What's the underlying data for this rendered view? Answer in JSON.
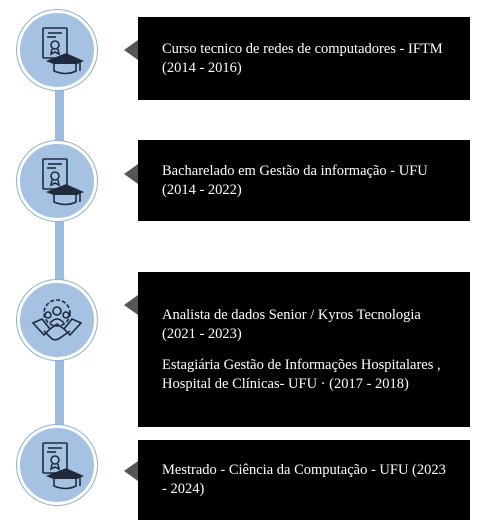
{
  "timeline": [
    {
      "icon": "diploma-graduation-cap-icon",
      "entries": [
        "Curso tecnico de redes de computadores - IFTM (2014 - 2016)"
      ]
    },
    {
      "icon": "diploma-graduation-cap-icon",
      "entries": [
        "Bacharelado em Gestão da informação - UFU (2014 - 2022)"
      ]
    },
    {
      "icon": "team-handshake-gear-icon",
      "entries": [
        "Analista de dados Senior / Kyros Tecnologia (2021 - 2023)",
        "Estagiária Gestão de Informações Hospitalares , Hospital de Clínicas- UFU · (2017 - 2018)"
      ]
    },
    {
      "icon": "diploma-graduation-cap-icon",
      "entries": [
        "Mestrado - Ciência da Computação - UFU (2023 - 2024)"
      ]
    }
  ],
  "colors": {
    "node_fill": "#a6c2e2",
    "connector": "#9bbcdf",
    "card_bg": "#000000",
    "card_text": "#ffffff",
    "icon_stroke": "#1f2b3d"
  }
}
